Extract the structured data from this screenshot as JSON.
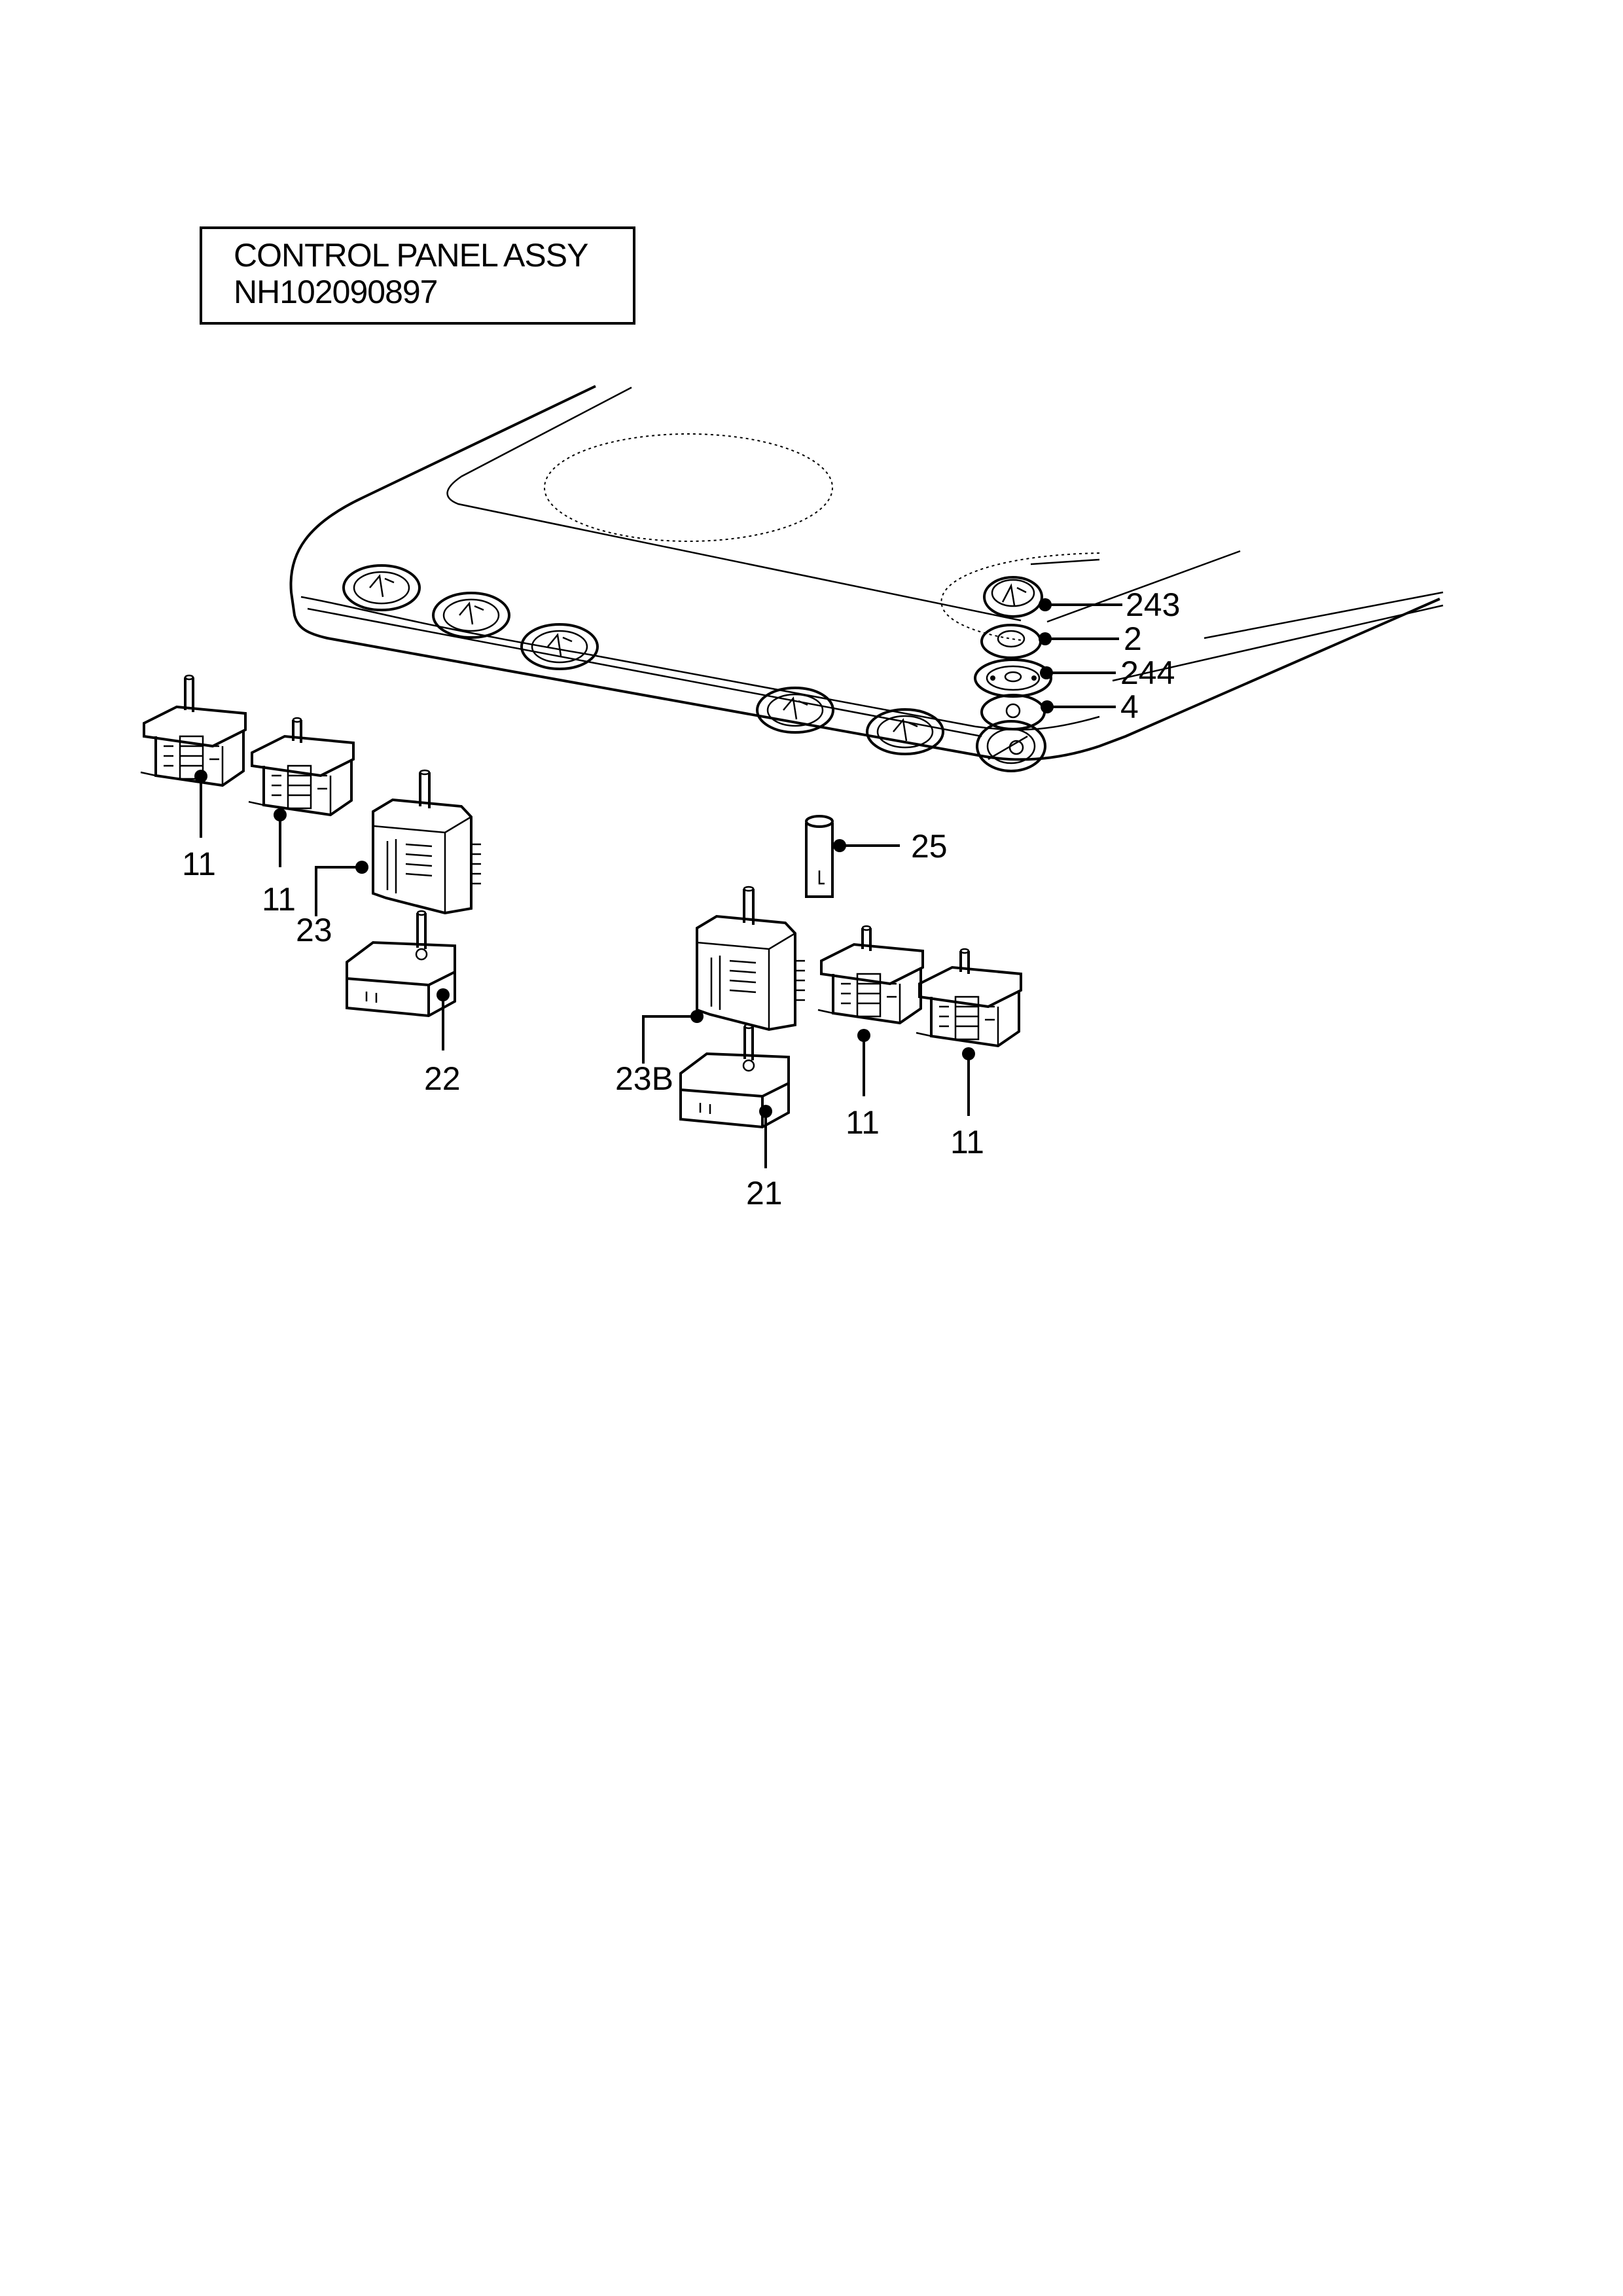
{
  "title": {
    "line1": "CONTROL PANEL ASSY",
    "line2": "NH102090897"
  },
  "callouts": [
    {
      "id": "c243",
      "label": "243"
    },
    {
      "id": "c2",
      "label": "2"
    },
    {
      "id": "c244",
      "label": "244"
    },
    {
      "id": "c4",
      "label": "4"
    },
    {
      "id": "c25",
      "label": "25"
    },
    {
      "id": "c11a",
      "label": "11"
    },
    {
      "id": "c11b",
      "label": "11"
    },
    {
      "id": "c23",
      "label": "23"
    },
    {
      "id": "c22",
      "label": "22"
    },
    {
      "id": "c23b",
      "label": "23B"
    },
    {
      "id": "c21",
      "label": "21"
    },
    {
      "id": "c11c",
      "label": "11"
    },
    {
      "id": "c11d",
      "label": "11"
    }
  ]
}
